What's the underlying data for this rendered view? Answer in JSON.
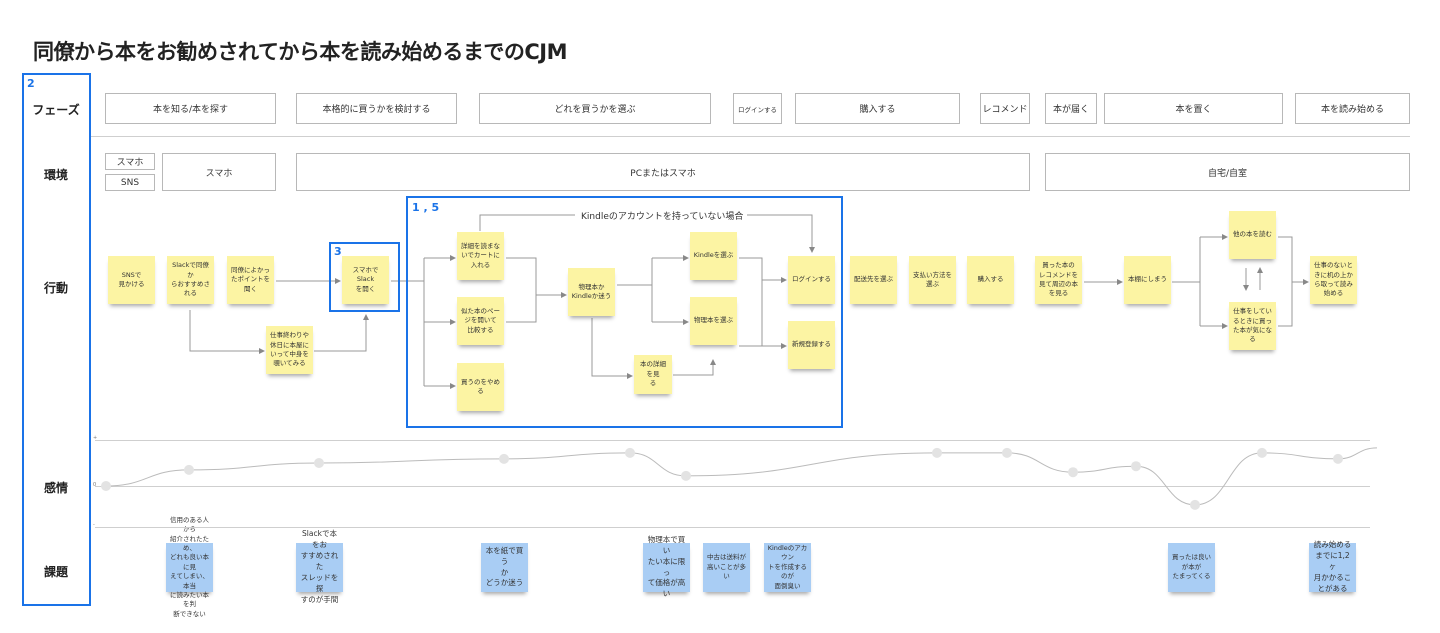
{
  "title": "同僚から本をお勧めされてから本を読み始めるまでのCJM",
  "row_labels": {
    "phase": "フェーズ",
    "environment": "環境",
    "action": "行動",
    "emotion": "感情",
    "issues": "課題"
  },
  "frames": {
    "rows_frame": "2",
    "slack_frame": "3",
    "decision_frame": "1 , 5"
  },
  "phases": [
    "本を知る/本を探す",
    "本格的に買うかを検討する",
    "どれを買うかを選ぶ",
    "ログインする",
    "購入する",
    "レコメンド",
    "本が届く",
    "本を置く",
    "本を読み始める"
  ],
  "environments": [
    "スマホ",
    "SNS",
    "スマホ",
    "PCまたはスマホ",
    "自宅/自室"
  ],
  "branch_note": "Kindleのアカウントを持っていない場合",
  "actions": [
    "SNSで\n見かける",
    "Slackで同僚か\nらおすすめさ\nれる",
    "同僚によかっ\nたポイントを\n聞く",
    "スマホでSlack\nを開く",
    "仕事終わりや\n休日に本屋に\nいって中身を\n覗いてみる",
    "詳細を読まな\nいでカートに\n入れる",
    "似た本のペー\nジを開いて\n比較する",
    "買うのをやめ\nる",
    "物理本か\nKindleか迷う",
    "本の詳細を見\nる",
    "Kindleを選ぶ",
    "物理本を選ぶ",
    "ログインする",
    "新規登録する",
    "配送先を選ぶ",
    "支払い方法を\n選ぶ",
    "購入する",
    "買った本の\nレコメンドを\n見て周辺の本\nを見る",
    "本棚にしまう",
    "他の本を読む",
    "仕事をしてい\nるときに買っ\nた本が気にな\nる",
    "仕事のないと\nきに机の上か\nら取って読み\n始める"
  ],
  "issues": [
    "信用のある人から\n紹介されたため、\nどれも良い本に見\nえてしまい、本当\nに読みたい本を判\n断できない",
    "Slackで本をお\nすすめされた\nスレッドを探\nすのが手間",
    "本を紙で買う\nか\nどうか迷う",
    "物理本で買い\nたい本に限っ\nて価格が高い",
    "中古は送料が\n高いことが多い",
    "Kindleのアカウン\nトを作成するのが\n面倒臭い",
    "買ったは良いが本が\nたまってくる",
    "読み始める\nまでに1,2ヶ\n月かかるこ\nとがある"
  ],
  "emotion_chart": {
    "type": "line",
    "axis_ticks": [
      "+",
      "0",
      "-"
    ],
    "ylim": [
      -1,
      1
    ],
    "values": [
      0,
      0.35,
      0.5,
      0.59,
      0.72,
      0.22,
      0.72,
      0.72,
      0.3,
      0.43,
      -0.46,
      0.72,
      0.59,
      0.83
    ]
  },
  "colors": {
    "sticky_action": "#fcf4a3",
    "sticky_issue": "#a9cdf4",
    "frame": "#1a73e8"
  }
}
